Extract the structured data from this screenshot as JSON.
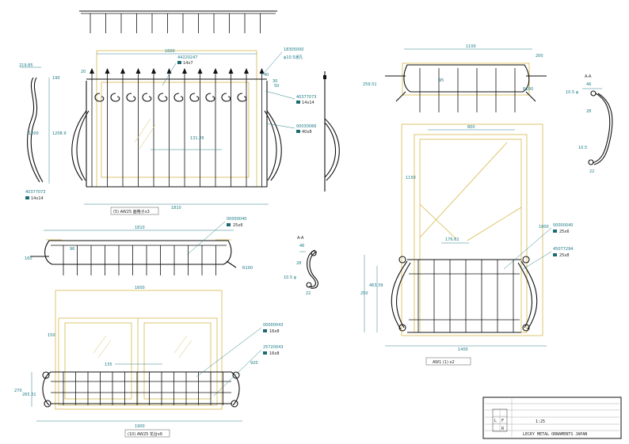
{
  "views": {
    "top_left": {
      "dims": {
        "width_top": "1600",
        "width_bottom": "1810",
        "side_width": "219.85",
        "h_total": "1208.9",
        "h_inner": "1000",
        "h_top": "190",
        "r20": "20",
        "mid": "131.26",
        "d40": "40",
        "d30": "30",
        "d50": "50"
      },
      "hole": "φ10.5通孔",
      "part_codes": [
        "44220247",
        "18305000",
        "40377073",
        "00030066",
        "40377073"
      ],
      "part_sizes": [
        "14x7",
        "14x14",
        "40x8",
        "14x14"
      ],
      "caption": "(5) AW25 面格子x3"
    },
    "bottom_left": {
      "dims": {
        "width_top": "1810",
        "w96": "96",
        "h160": "160",
        "r100": "R100",
        "width_glass": "1600",
        "h150": "150",
        "h135": "135",
        "h920": "920",
        "h270": "270",
        "h266": "265.31",
        "width_bottom": "1900"
      },
      "section": "A-A",
      "sec_dims": {
        "d46": "46",
        "d28": "28",
        "phi": "10.5 φ",
        "d22": "22"
      },
      "part_codes": [
        "00000040",
        "00000043",
        "25720043"
      ],
      "part_sizes": [
        "25x6",
        "16x8",
        "16x8"
      ],
      "caption": "(10) AW25 花台x6"
    },
    "right": {
      "dims": {
        "w1100": "1100",
        "h200": "200",
        "d95": "95",
        "h259": "259.51",
        "r100": "R100",
        "w800": "800",
        "h1150": "1150",
        "h1800": "1800",
        "d176": "176.62",
        "h250": "250",
        "h463": "463.39",
        "w1400": "1400"
      },
      "section": "A-A",
      "sec_dims": {
        "d46": "46",
        "phi": "10.5 φ",
        "d28": "28",
        "phi2": "10.5",
        "d22": "22"
      },
      "part_codes": [
        "00000040",
        "45077294"
      ],
      "part_sizes": [
        "25x6",
        "25x8"
      ],
      "caption": "AW1 (1)  x2"
    }
  },
  "title_block": {
    "scale": "1:25",
    "company": "LECKY METAL ORNAMENTS JAPAN",
    "projection": [
      "L",
      "F",
      "R"
    ]
  },
  "colors": {
    "ink": "#111111",
    "dimension": "#1a7a86",
    "outline": "#d6b84a",
    "tag": "#1d6b72"
  }
}
